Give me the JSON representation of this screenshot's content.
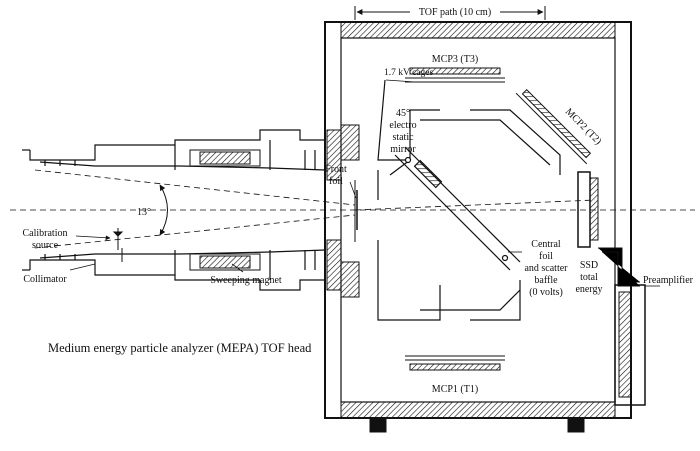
{
  "caption": "Medium energy particle analyzer (MEPA) TOF head",
  "labels": {
    "tof_path": "TOF path (10 cm)",
    "cages": "1.7 kV cages",
    "mirror_line1": "45°",
    "mirror_line2": "electro",
    "mirror_line3": "static",
    "mirror_line4": "mirror",
    "mcp3": "MCP3 (T3)",
    "mcp2": "MCP2 (T2)",
    "mcp1": "MCP1 (T1)",
    "front_foil_line1": "Front",
    "front_foil_line2": "foil",
    "angle": "13°",
    "calibration_line1": "Calibration",
    "calibration_line2": "source",
    "collimator": "Collimator",
    "sweeping_magnet": "Sweeping magnet",
    "central_line1": "Central",
    "central_line2": "foil",
    "central_line3": "and scatter",
    "central_line4": "baffle",
    "central_line5": "(0 volts)",
    "ssd_line1": "SSD",
    "ssd_line2": "total",
    "ssd_line3": "energy",
    "preamplifier": "Preamplifier"
  }
}
